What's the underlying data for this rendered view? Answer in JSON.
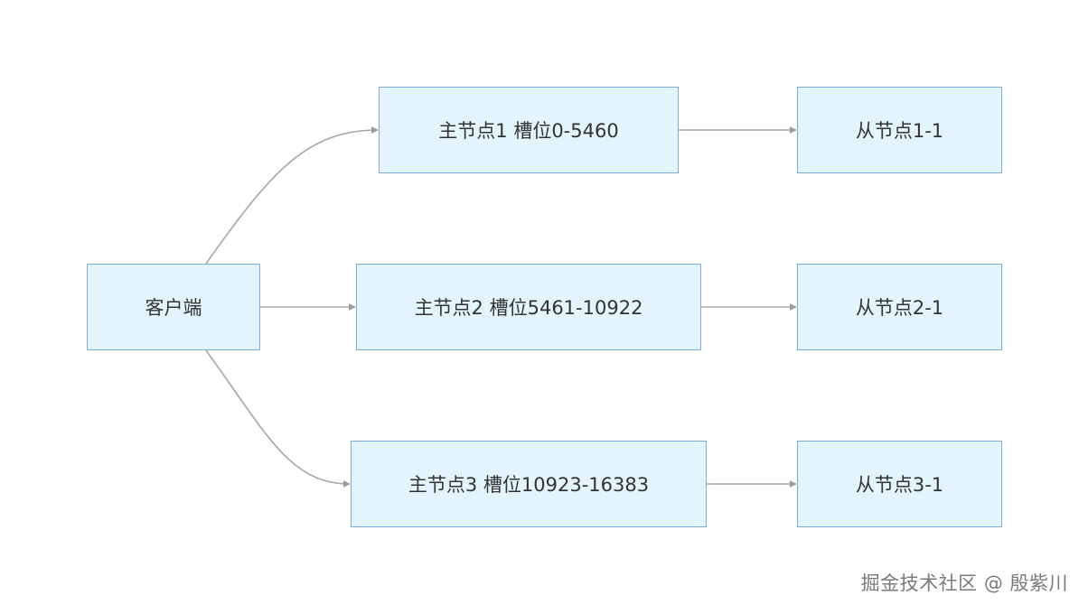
{
  "diagram": {
    "nodes": {
      "client": "客户端",
      "master1": "主节点1 槽位0-5460",
      "master2": "主节点2 槽位5461-10922",
      "master3": "主节点3 槽位10923-16383",
      "slave1": "从节点1-1",
      "slave2": "从节点2-1",
      "slave3": "从节点3-1"
    },
    "edges": [
      {
        "from": "client",
        "to": "master1"
      },
      {
        "from": "client",
        "to": "master2"
      },
      {
        "from": "client",
        "to": "master3"
      },
      {
        "from": "master1",
        "to": "slave1"
      },
      {
        "from": "master2",
        "to": "slave2"
      },
      {
        "from": "master3",
        "to": "slave3"
      }
    ],
    "colors": {
      "node_fill": "#e3f4fc",
      "node_border": "#7aaee0",
      "edge": "#a6a6a6",
      "arrowhead": "#9a9a9a",
      "text": "#333333"
    }
  },
  "watermark": "掘金技术社区 @ 殷紫川"
}
